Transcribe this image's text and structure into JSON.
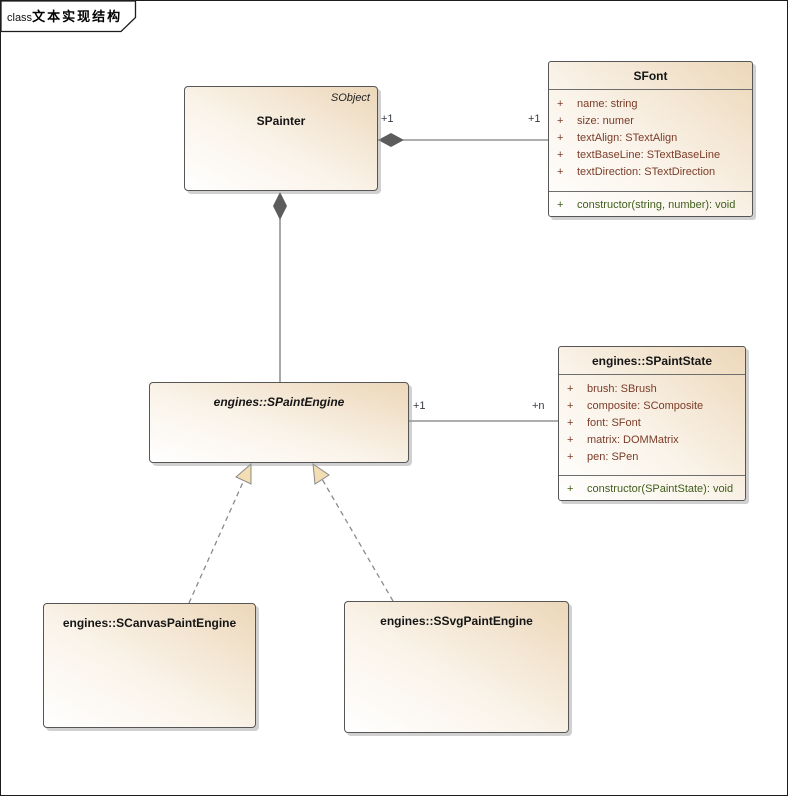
{
  "frame": {
    "keyword": "class",
    "title": "文本实现结构"
  },
  "classes": {
    "spainter": {
      "name": "SPainter",
      "annotation": "SObject"
    },
    "sfont": {
      "name": "SFont",
      "attributes": [
        {
          "vis": "+",
          "text": "name: string"
        },
        {
          "vis": "+",
          "text": "size: numer"
        },
        {
          "vis": "+",
          "text": "textAlign: STextAlign"
        },
        {
          "vis": "+",
          "text": "textBaseLine: STextBaseLine"
        },
        {
          "vis": "+",
          "text": "textDirection: STextDirection"
        }
      ],
      "operations": [
        {
          "vis": "+",
          "text": "constructor(string, number): void"
        }
      ]
    },
    "spaintengine": {
      "name": "engines::SPaintEngine",
      "abstract": true
    },
    "spaintstate": {
      "name": "engines::SPaintState",
      "attributes": [
        {
          "vis": "+",
          "text": "brush: SBrush"
        },
        {
          "vis": "+",
          "text": "composite: SComposite"
        },
        {
          "vis": "+",
          "text": "font: SFont"
        },
        {
          "vis": "+",
          "text": "matrix: DOMMatrix"
        },
        {
          "vis": "+",
          "text": "pen: SPen"
        }
      ],
      "operations": [
        {
          "vis": "+",
          "text": "constructor(SPaintState): void"
        }
      ]
    },
    "scanvaspaintengine": {
      "name": "engines::SCanvasPaintEngine"
    },
    "ssvgpaintengine": {
      "name": "engines::SSvgPaintEngine"
    }
  },
  "connectors": {
    "painter_font": {
      "type": "composition",
      "source_label": "+1",
      "target_label": "+1"
    },
    "painter_engine": {
      "type": "composition"
    },
    "engine_state": {
      "type": "association",
      "source_label": "+1",
      "target_label": "+n"
    },
    "canvas_realizes_engine": {
      "type": "realization"
    },
    "svg_realizes_engine": {
      "type": "realization"
    }
  },
  "colors": {
    "box_fill_top": "#ecd7b9",
    "box_fill_bottom": "#ffffff",
    "box_border": "#565656",
    "attribute_text": "#7b3c28",
    "operation_text": "#3f5d1b",
    "line": "#7d7d7d",
    "diamond": "#5c5c5c",
    "triangle_fill": "#f3ddb3"
  }
}
